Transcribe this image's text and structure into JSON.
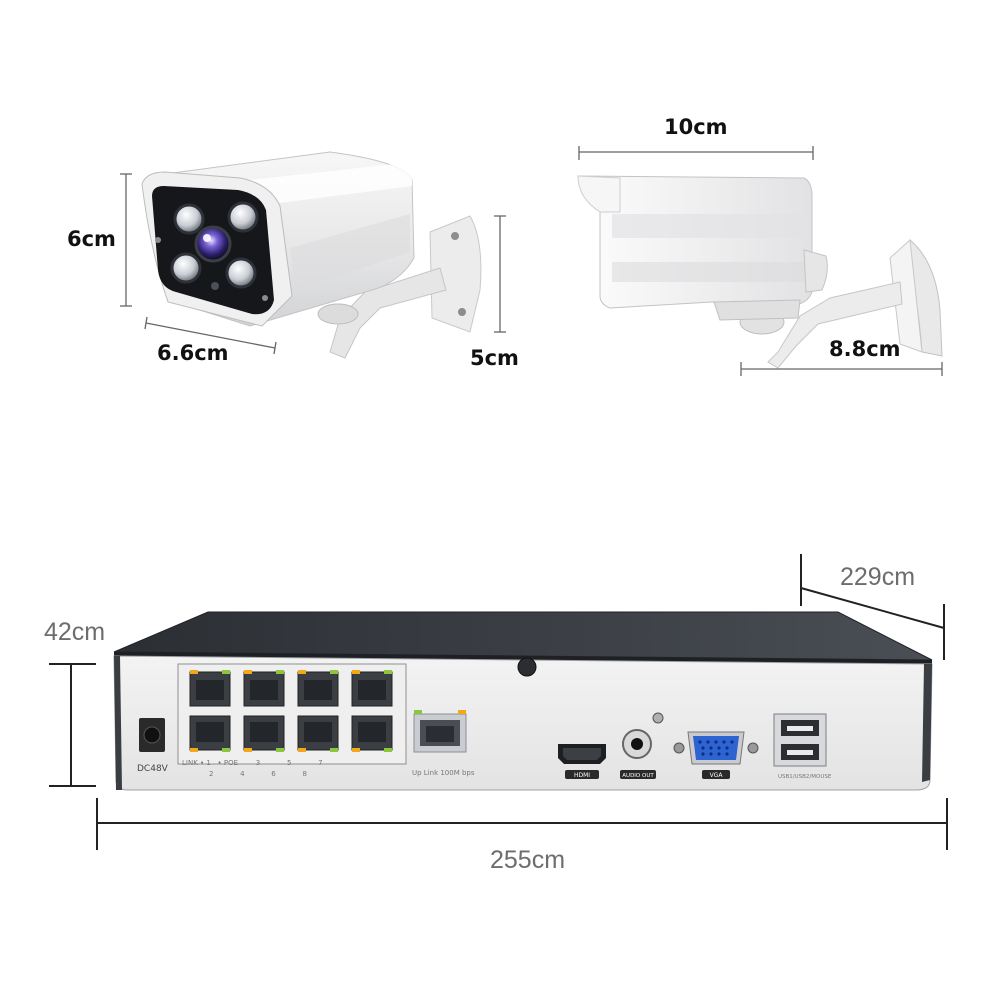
{
  "camera_front": {
    "height_label": "6cm",
    "width_label": "6.6cm",
    "mount_label": "5cm"
  },
  "camera_side": {
    "length_label": "10cm",
    "depth_label": "8.8cm"
  },
  "nvr": {
    "height_label": "42cm",
    "depth_label": "229cm",
    "width_label": "255cm",
    "dc_label": "DC48V",
    "port_row_top": "LINK • 1   • POE        3            5            7",
    "port_row_bottom": "2            4            6            8",
    "uplink_label": "Up Link 100M bps",
    "hdmi_label": "HDMI",
    "audio_label": "AUDIO OUT",
    "vga_label": "VGA",
    "usb_label": "USB1/USB2/MOUSE"
  }
}
